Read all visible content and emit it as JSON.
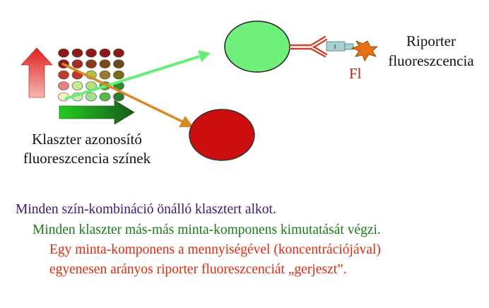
{
  "diagram": {
    "cluster_label": {
      "line1": "Klaszter azonosító",
      "line2": "fluoreszcencia színek"
    },
    "reporter_label": {
      "line1": "Riporter",
      "line2": "fluoreszcencia"
    },
    "fluor_tag": "Fl",
    "bead_grid_colors": [
      [
        "#8B1A1A",
        "#8B1A1A",
        "#8B1A1A",
        "#8B1A1A",
        "#8B1A1A"
      ],
      [
        "#8B1A1A",
        "#A52A2A",
        "#8B3A1A",
        "#7A4A1A",
        "#6B4A1A"
      ],
      [
        "#C0392B",
        "#C0392B",
        "#B5C040",
        "#9A7A2A",
        "#7A6A1A"
      ],
      [
        "#E88080",
        "#C8E890",
        "#B8E080",
        "#58A838",
        "#2E8B2E"
      ],
      [
        "#F5EFC0",
        "#CCF0B0",
        "#A8E090",
        "#58B848",
        "#2E7B2E"
      ]
    ],
    "colors": {
      "up_arrow_top": "#e02020",
      "up_arrow_bottom": "#f4b8b0",
      "right_arrow_left": "#22cc22",
      "right_arrow_right": "#1a5a1a",
      "green_bead": "#6ef07a",
      "red_bead": "#cc0e0e",
      "arrow_green": "#66ee77",
      "arrow_orange": "#d88a22",
      "antibody": "#d04030",
      "linker": "#a8d0d0",
      "fluor_star": "#e87010",
      "fluor_text": "#c02010"
    }
  },
  "statements": [
    {
      "text": "Minden szín-kombináció önálló klasztert alkot.",
      "color": "#3a1a6e"
    },
    {
      "text": "Minden klaszter más-más minta-komponens kimutatását végzi.",
      "color": "#1a7a1a"
    },
    {
      "text": "Egy minta-komponens a mennyiségével (koncentrációjával)",
      "color": "#e02a10"
    },
    {
      "text": "egyenesen arányos riporter fluoreszcenciát „gerjeszt”.",
      "color": "#e02a10"
    }
  ]
}
